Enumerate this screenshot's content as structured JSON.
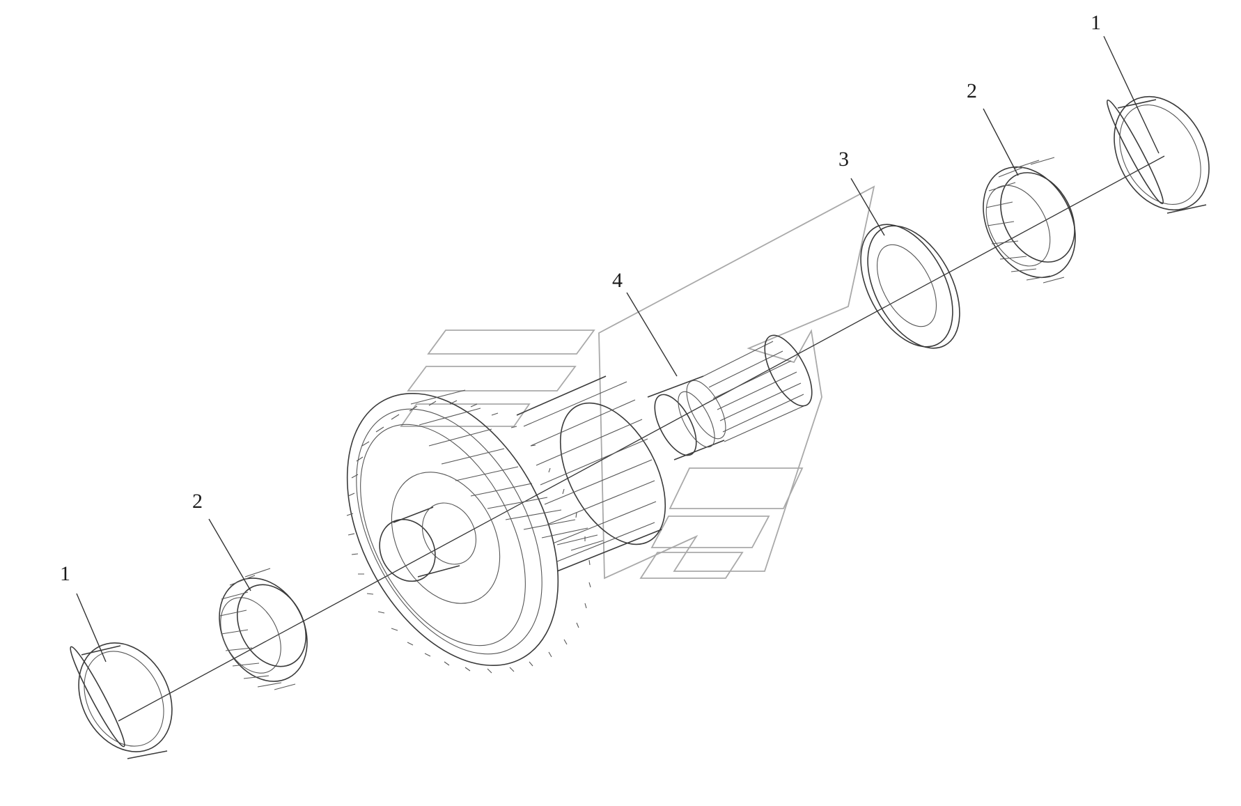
{
  "diagram": {
    "type": "exploded-parts-view",
    "callouts": [
      {
        "id": "left-cup",
        "label": "1"
      },
      {
        "id": "left-cone",
        "label": "2"
      },
      {
        "id": "spacer-ring",
        "label": "3"
      },
      {
        "id": "shaft-gear",
        "label": "4"
      },
      {
        "id": "right-cone",
        "label": "2"
      },
      {
        "id": "right-cup",
        "label": "1"
      }
    ],
    "colors": {
      "line": "#3a3a3a",
      "watermark": "#a9a9a9",
      "background": "#ffffff"
    }
  }
}
